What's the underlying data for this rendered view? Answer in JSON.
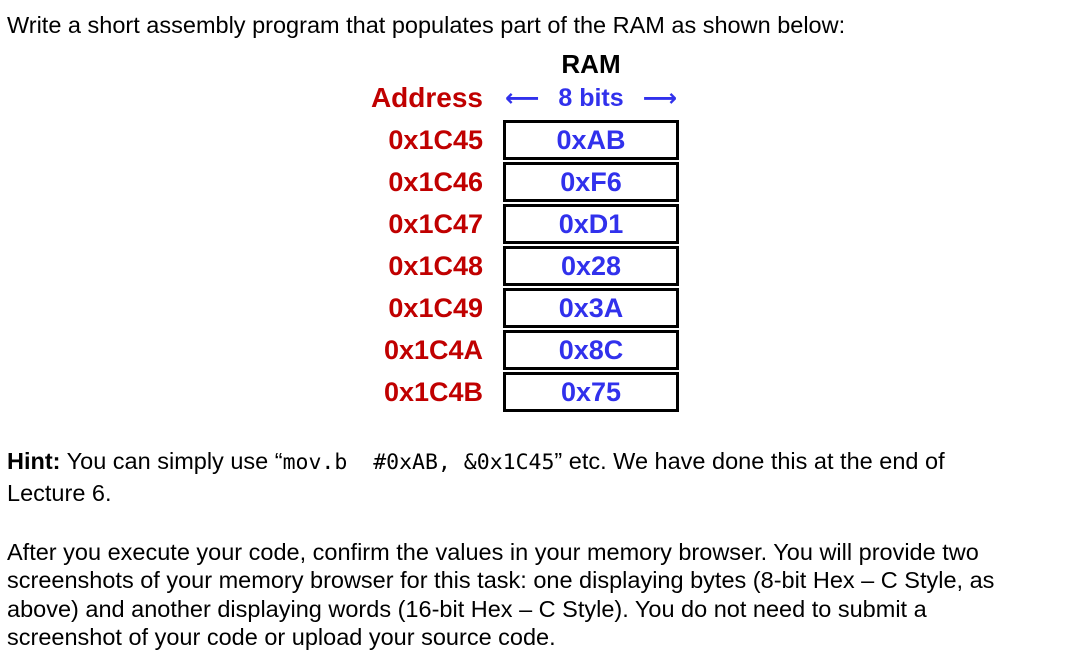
{
  "intro": "Write a short assembly program that populates part of the RAM as shown below:",
  "diagram": {
    "title": "RAM",
    "address_header": "Address",
    "bits_header": "8 bits",
    "left_arrow_icon": "⟵",
    "right_arrow_icon": "⟶",
    "colors": {
      "address_red": "#c00000",
      "value_blue": "#3131ec",
      "border_black": "#000000"
    },
    "rows": [
      {
        "address": "0x1C45",
        "value": "0xAB"
      },
      {
        "address": "0x1C46",
        "value": "0xF6"
      },
      {
        "address": "0x1C47",
        "value": "0xD1"
      },
      {
        "address": "0x1C48",
        "value": "0x28"
      },
      {
        "address": "0x1C49",
        "value": "0x3A"
      },
      {
        "address": "0x1C4A",
        "value": "0x8C"
      },
      {
        "address": "0x1C4B",
        "value": "0x75"
      }
    ]
  },
  "hint": {
    "label": "Hint:",
    "before_code": " You can simply use “",
    "code": "mov.b  #0xAB, &0x1C45",
    "after_code": "” etc. We have done this at the end of",
    "line2": "Lecture 6."
  },
  "closing": {
    "lines": [
      "After you execute your code, confirm the values in your memory browser. You will provide two",
      "screenshots of your memory browser for this task: one displaying bytes (8-bit Hex – C Style, as",
      "above) and another displaying words (16-bit Hex – C Style). You do not need to submit a",
      "screenshot of your code or upload your source code."
    ]
  }
}
